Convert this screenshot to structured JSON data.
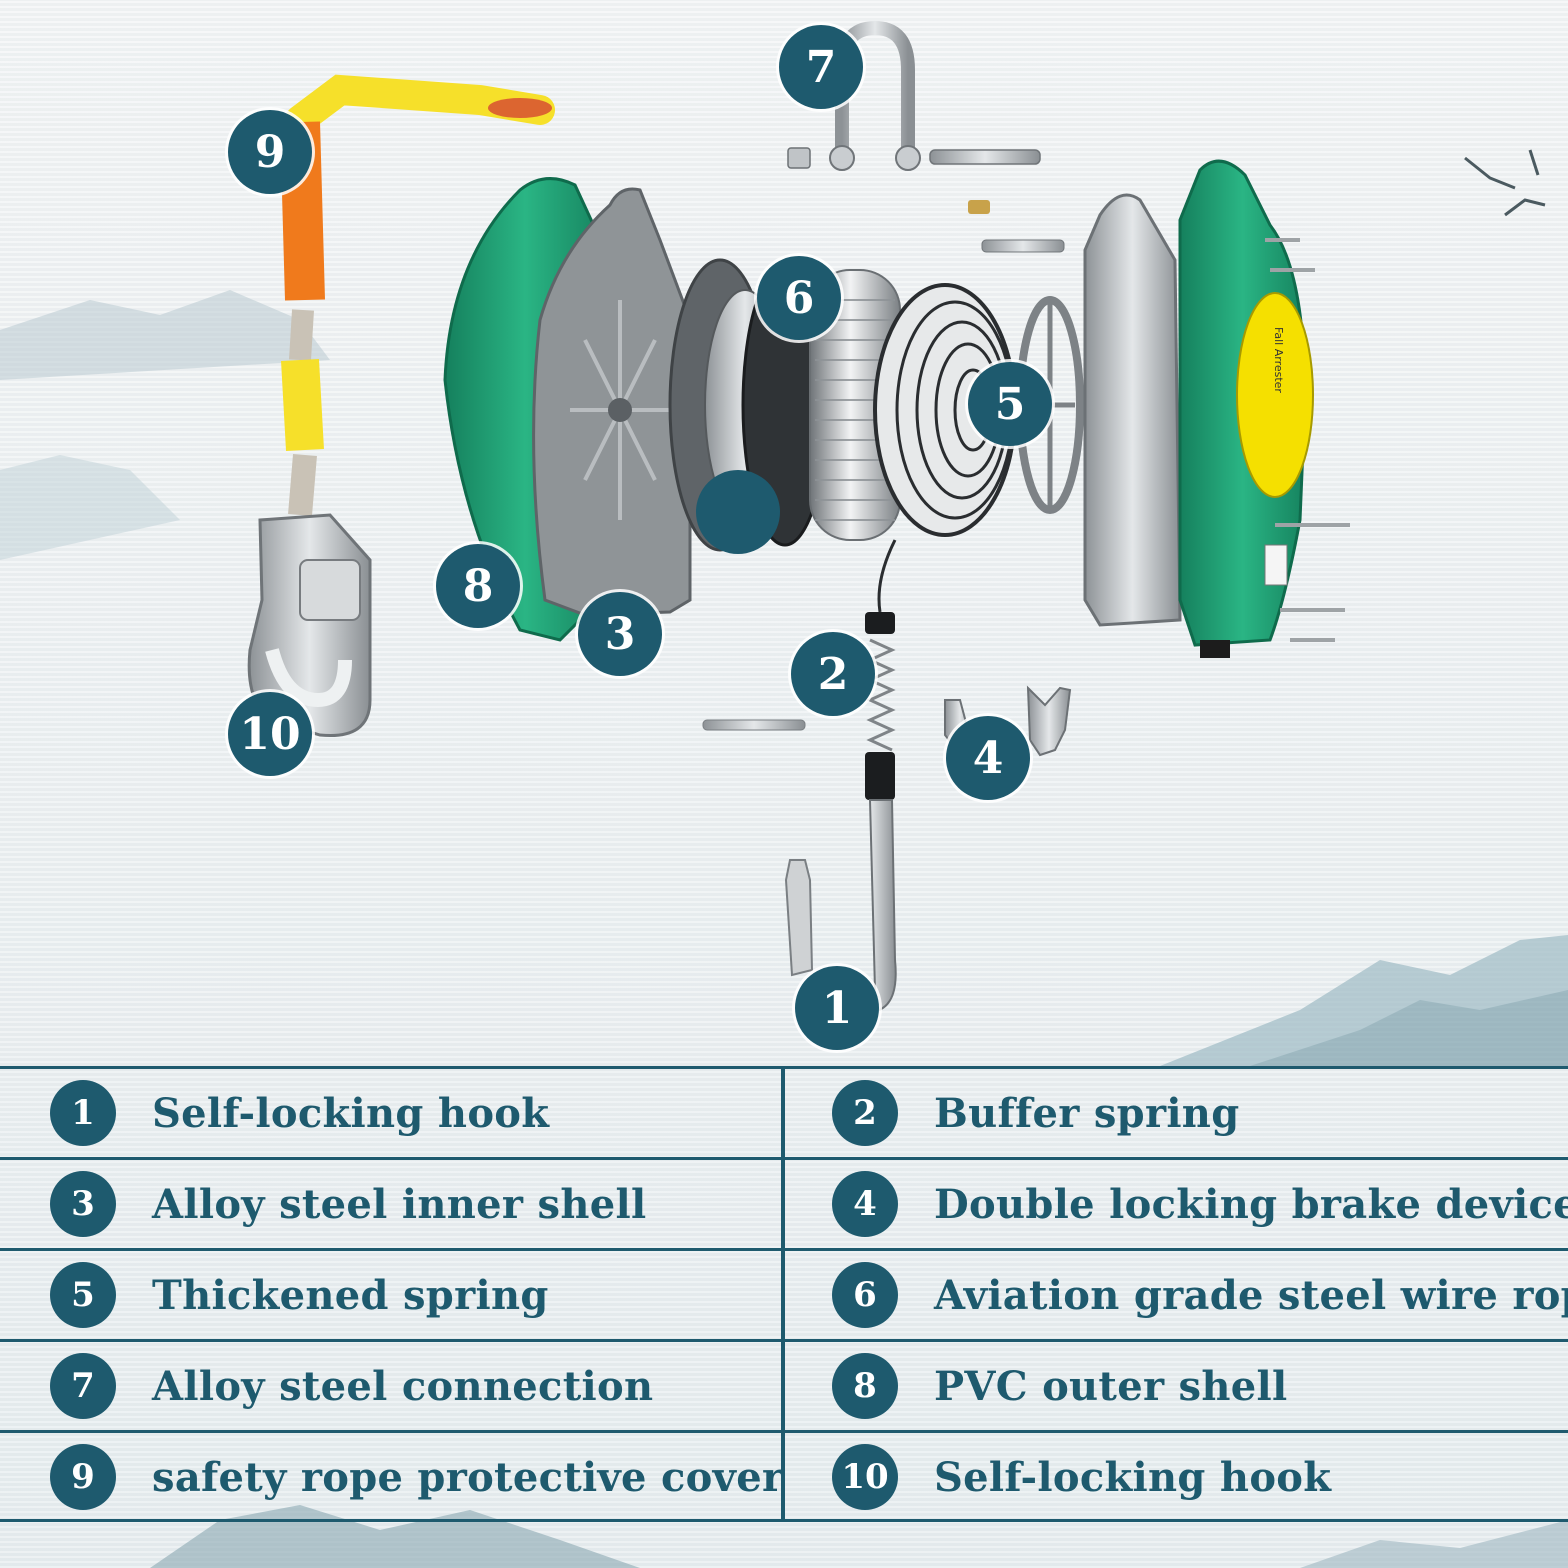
{
  "diagram": {
    "callouts": [
      {
        "id": "c1",
        "label": "1"
      },
      {
        "id": "c2",
        "label": "2"
      },
      {
        "id": "c3",
        "label": "3"
      },
      {
        "id": "c4",
        "label": "4"
      },
      {
        "id": "c5",
        "label": "5"
      },
      {
        "id": "c6",
        "label": "6"
      },
      {
        "id": "c7",
        "label": "7"
      },
      {
        "id": "c8",
        "label": "8"
      },
      {
        "id": "c9",
        "label": "9"
      },
      {
        "id": "c10",
        "label": "10"
      }
    ],
    "device_label_text": "Fall Arrester",
    "colors": {
      "accent": "#1e5a6e",
      "shell_green": "#1f9a72",
      "rope_orange": "#f07a1c",
      "rope_yellow": "#f6e02a",
      "metal": "#b7bcc0",
      "label_yellow": "#f5e000"
    }
  },
  "legend": {
    "rows": [
      {
        "left": {
          "num": "1",
          "text": "Self-locking hook"
        },
        "right": {
          "num": "2",
          "text": "Buffer spring"
        }
      },
      {
        "left": {
          "num": "3",
          "text": "Alloy steel inner shell"
        },
        "right": {
          "num": "4",
          "text": "Double locking brake device"
        }
      },
      {
        "left": {
          "num": "5",
          "text": "Thickened spring"
        },
        "right": {
          "num": "6",
          "text": "Aviation grade steel wire rope"
        }
      },
      {
        "left": {
          "num": "7",
          "text": "Alloy steel connection"
        },
        "right": {
          "num": "8",
          "text": "PVC outer shell"
        }
      },
      {
        "left": {
          "num": "9",
          "text": "safety rope protective cover"
        },
        "right": {
          "num": "10",
          "text": "Self-locking hook"
        }
      }
    ]
  }
}
